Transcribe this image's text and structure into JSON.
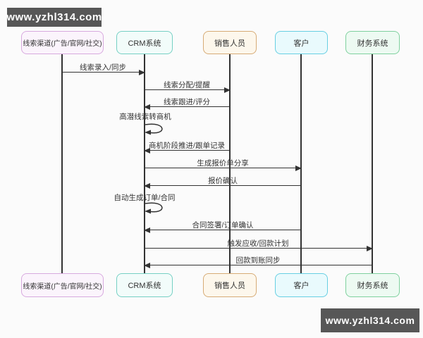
{
  "watermark": {
    "text": "www.yzhl314.com"
  },
  "diagram": {
    "type": "sequence-diagram",
    "title_implied": "CRM线索到回款流程",
    "colors": {
      "watermark_bg": "#575757",
      "line": "#333333",
      "channel_border": "#d8aadf",
      "channel_fill": "#fbf4fc",
      "crm_border": "#76d0c4",
      "crm_fill": "#f2fcfa",
      "sales_border": "#d7ab76",
      "sales_fill": "#fdf7ec",
      "customer_border": "#67cfe3",
      "customer_fill": "#e9fafd",
      "finance_border": "#7fd19e",
      "finance_fill": "#edfaf2"
    },
    "actors": [
      {
        "id": "channel",
        "label": "线索渠道(广告/官网/社交)"
      },
      {
        "id": "crm",
        "label": "CRM系统"
      },
      {
        "id": "sales",
        "label": "销售人员"
      },
      {
        "id": "customer",
        "label": "客户"
      },
      {
        "id": "finance",
        "label": "财务系统"
      }
    ],
    "messages": [
      {
        "from": "channel",
        "to": "crm",
        "label": "线索录入/同步"
      },
      {
        "from": "crm",
        "to": "sales",
        "label": "线索分配/提醒"
      },
      {
        "from": "sales",
        "to": "crm",
        "label": "线索跟进/评分"
      },
      {
        "from": "crm",
        "to": "crm",
        "label": "高潜线索转商机",
        "self": true
      },
      {
        "from": "sales",
        "to": "crm",
        "label": "商机阶段推进/跟单记录"
      },
      {
        "from": "crm",
        "to": "customer",
        "label": "生成报价单分享"
      },
      {
        "from": "customer",
        "to": "crm",
        "label": "报价确认"
      },
      {
        "from": "crm",
        "to": "crm",
        "label": "自动生成订单/合同",
        "self": true
      },
      {
        "from": "customer",
        "to": "crm",
        "label": "合同签署/订单确认"
      },
      {
        "from": "crm",
        "to": "finance",
        "label": "触发应收/回款计划"
      },
      {
        "from": "finance",
        "to": "crm",
        "label": "回款到账同步"
      }
    ]
  }
}
